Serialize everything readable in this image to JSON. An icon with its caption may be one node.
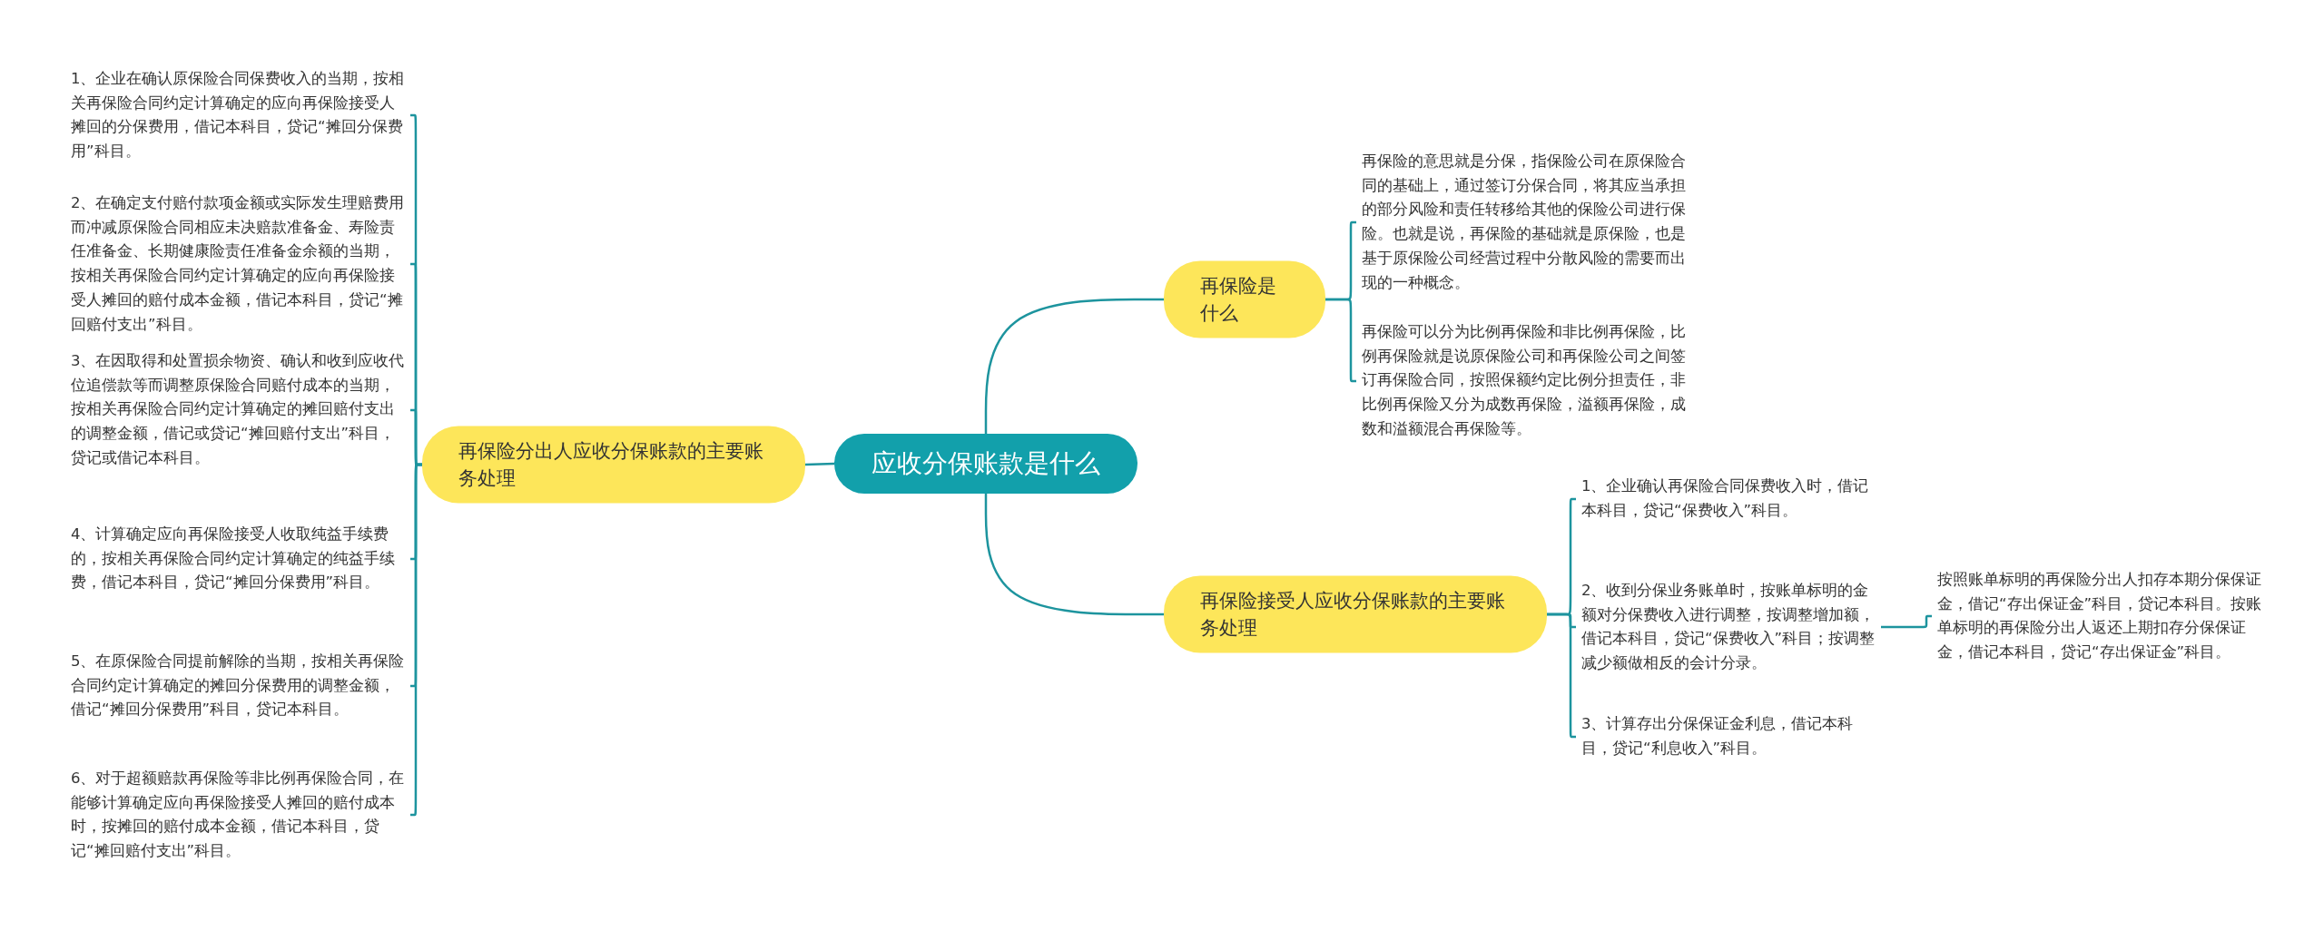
{
  "diagram": {
    "nodes": [
      {
        "text": [
          "应收分保账款是什么"
        ]
      },
      {
        "text": [
          "再保险分出人应收分保账款的主要账务处理"
        ]
      },
      {
        "text": [
          "1、企业在确认原保险合同保费收入的当期，按相关再保险合同约定计算确定的应向再保险接受人摊回的分保费用，借记本科目，贷记“摊回分保费用”科目。"
        ]
      },
      {
        "text": [
          "2、在确定支付赔付款项金额或实际发生理赔费用而冲减原保险合同相应未决赔款准备金、寿险责任准备金、长期健康险责任准备金余额的当期，按相关再保险合同约定计算确定的应向再保险接受人摊回的赔付成本金额，借记本科目，贷记“摊回赔付支出”科目。"
        ]
      },
      {
        "text": [
          "3、在因取得和处置损余物资、确认和收到应收代位追偿款等而调整原保险合同赔付成本的当期，按相关再保险合同约定计算确定的摊回赔付支出的调整金额，借记或贷记“摊回赔付支出”科目，贷记或借记本科目。"
        ]
      },
      {
        "text": [
          "4、计算确定应向再保险接受人收取纯益手续费的，按相关再保险合同约定计算确定的纯益手续费，借记本科目，贷记“摊回分保费用”科目。"
        ]
      },
      {
        "text": [
          "5、在原保险合同提前解除的当期，按相关再保险合同约定计算确定的摊回分保费用的调整金额，借记“摊回分保费用”科目，贷记本科目。"
        ]
      },
      {
        "text": [
          "6、对于超额赔款再保险等非比例再保险合同，在能够计算确定应向再保险接受人摊回的赔付成本时，按摊回的赔付成本金额，借记本科目，贷记“摊回赔付支出”科目。"
        ]
      },
      {
        "text": [
          "再保险是什么"
        ]
      },
      {
        "text": [
          "再保险的意思就是分保，指保险公司在原保险合同的基础上，通过签订分保合同，将其应当承担的部分风险和责任转移给其他的保险公司进行保险。也就是说，再保险的基础就是原保险，也是基于原保险公司经营过程中分散风险的需要而出现的一种概念。"
        ]
      },
      {
        "text": [
          "再保险可以分为比例再保险和非比例再保险，比例再保险就是说原保险公司和再保险公司之间签订再保险合同，按照保额约定比例分担责任，非比例再保险又分为成数再保险，溢额再保险，成数和溢额混合再保险等。"
        ]
      },
      {
        "text": [
          "再保险接受人应收分保账款的主要账务处理"
        ]
      },
      {
        "text": [
          "1、企业确认再保险合同保费收入时，借记本科目，贷记“保费收入”科目。"
        ]
      },
      {
        "text": [
          "2、收到分保业务账单时，按账单标明的金额对分保费收入进行调整，按调整增加额，借记本科目，贷记“保费收入”科目；按调整减少额做相反的会计分录。"
        ]
      },
      {
        "text": [
          "3、计算存出分保保证金利息，借记本科目，贷记“利息收入”科目。"
        ]
      },
      {
        "text": [
          "按照账单标明的再保险分出人扣存本期分保保证金，借记“存出保证金”科目，贷记本科目。按账单标明的再保险分出人返还上期扣存分保保证金，借记本科目，贷记“存出保证金”科目。"
        ]
      }
    ],
    "edges": [
      {
        "from": 0,
        "to": 1,
        "arrow": "none"
      },
      {
        "from": 1,
        "to": 2,
        "arrow": "none"
      },
      {
        "from": 1,
        "to": 3,
        "arrow": "none"
      },
      {
        "from": 1,
        "to": 4,
        "arrow": "none"
      },
      {
        "from": 1,
        "to": 5,
        "arrow": "none"
      },
      {
        "from": 1,
        "to": 6,
        "arrow": "none"
      },
      {
        "from": 1,
        "to": 7,
        "arrow": "none"
      },
      {
        "from": 0,
        "to": 8,
        "arrow": "none"
      },
      {
        "from": 8,
        "to": 9,
        "arrow": "none"
      },
      {
        "from": 8,
        "to": 10,
        "arrow": "none"
      },
      {
        "from": 0,
        "to": 11,
        "arrow": "none"
      },
      {
        "from": 11,
        "to": 12,
        "arrow": "none"
      },
      {
        "from": 11,
        "to": 13,
        "arrow": "none"
      },
      {
        "from": 11,
        "to": 14,
        "arrow": "none"
      },
      {
        "from": 13,
        "to": 15,
        "arrow": "none"
      }
    ]
  }
}
